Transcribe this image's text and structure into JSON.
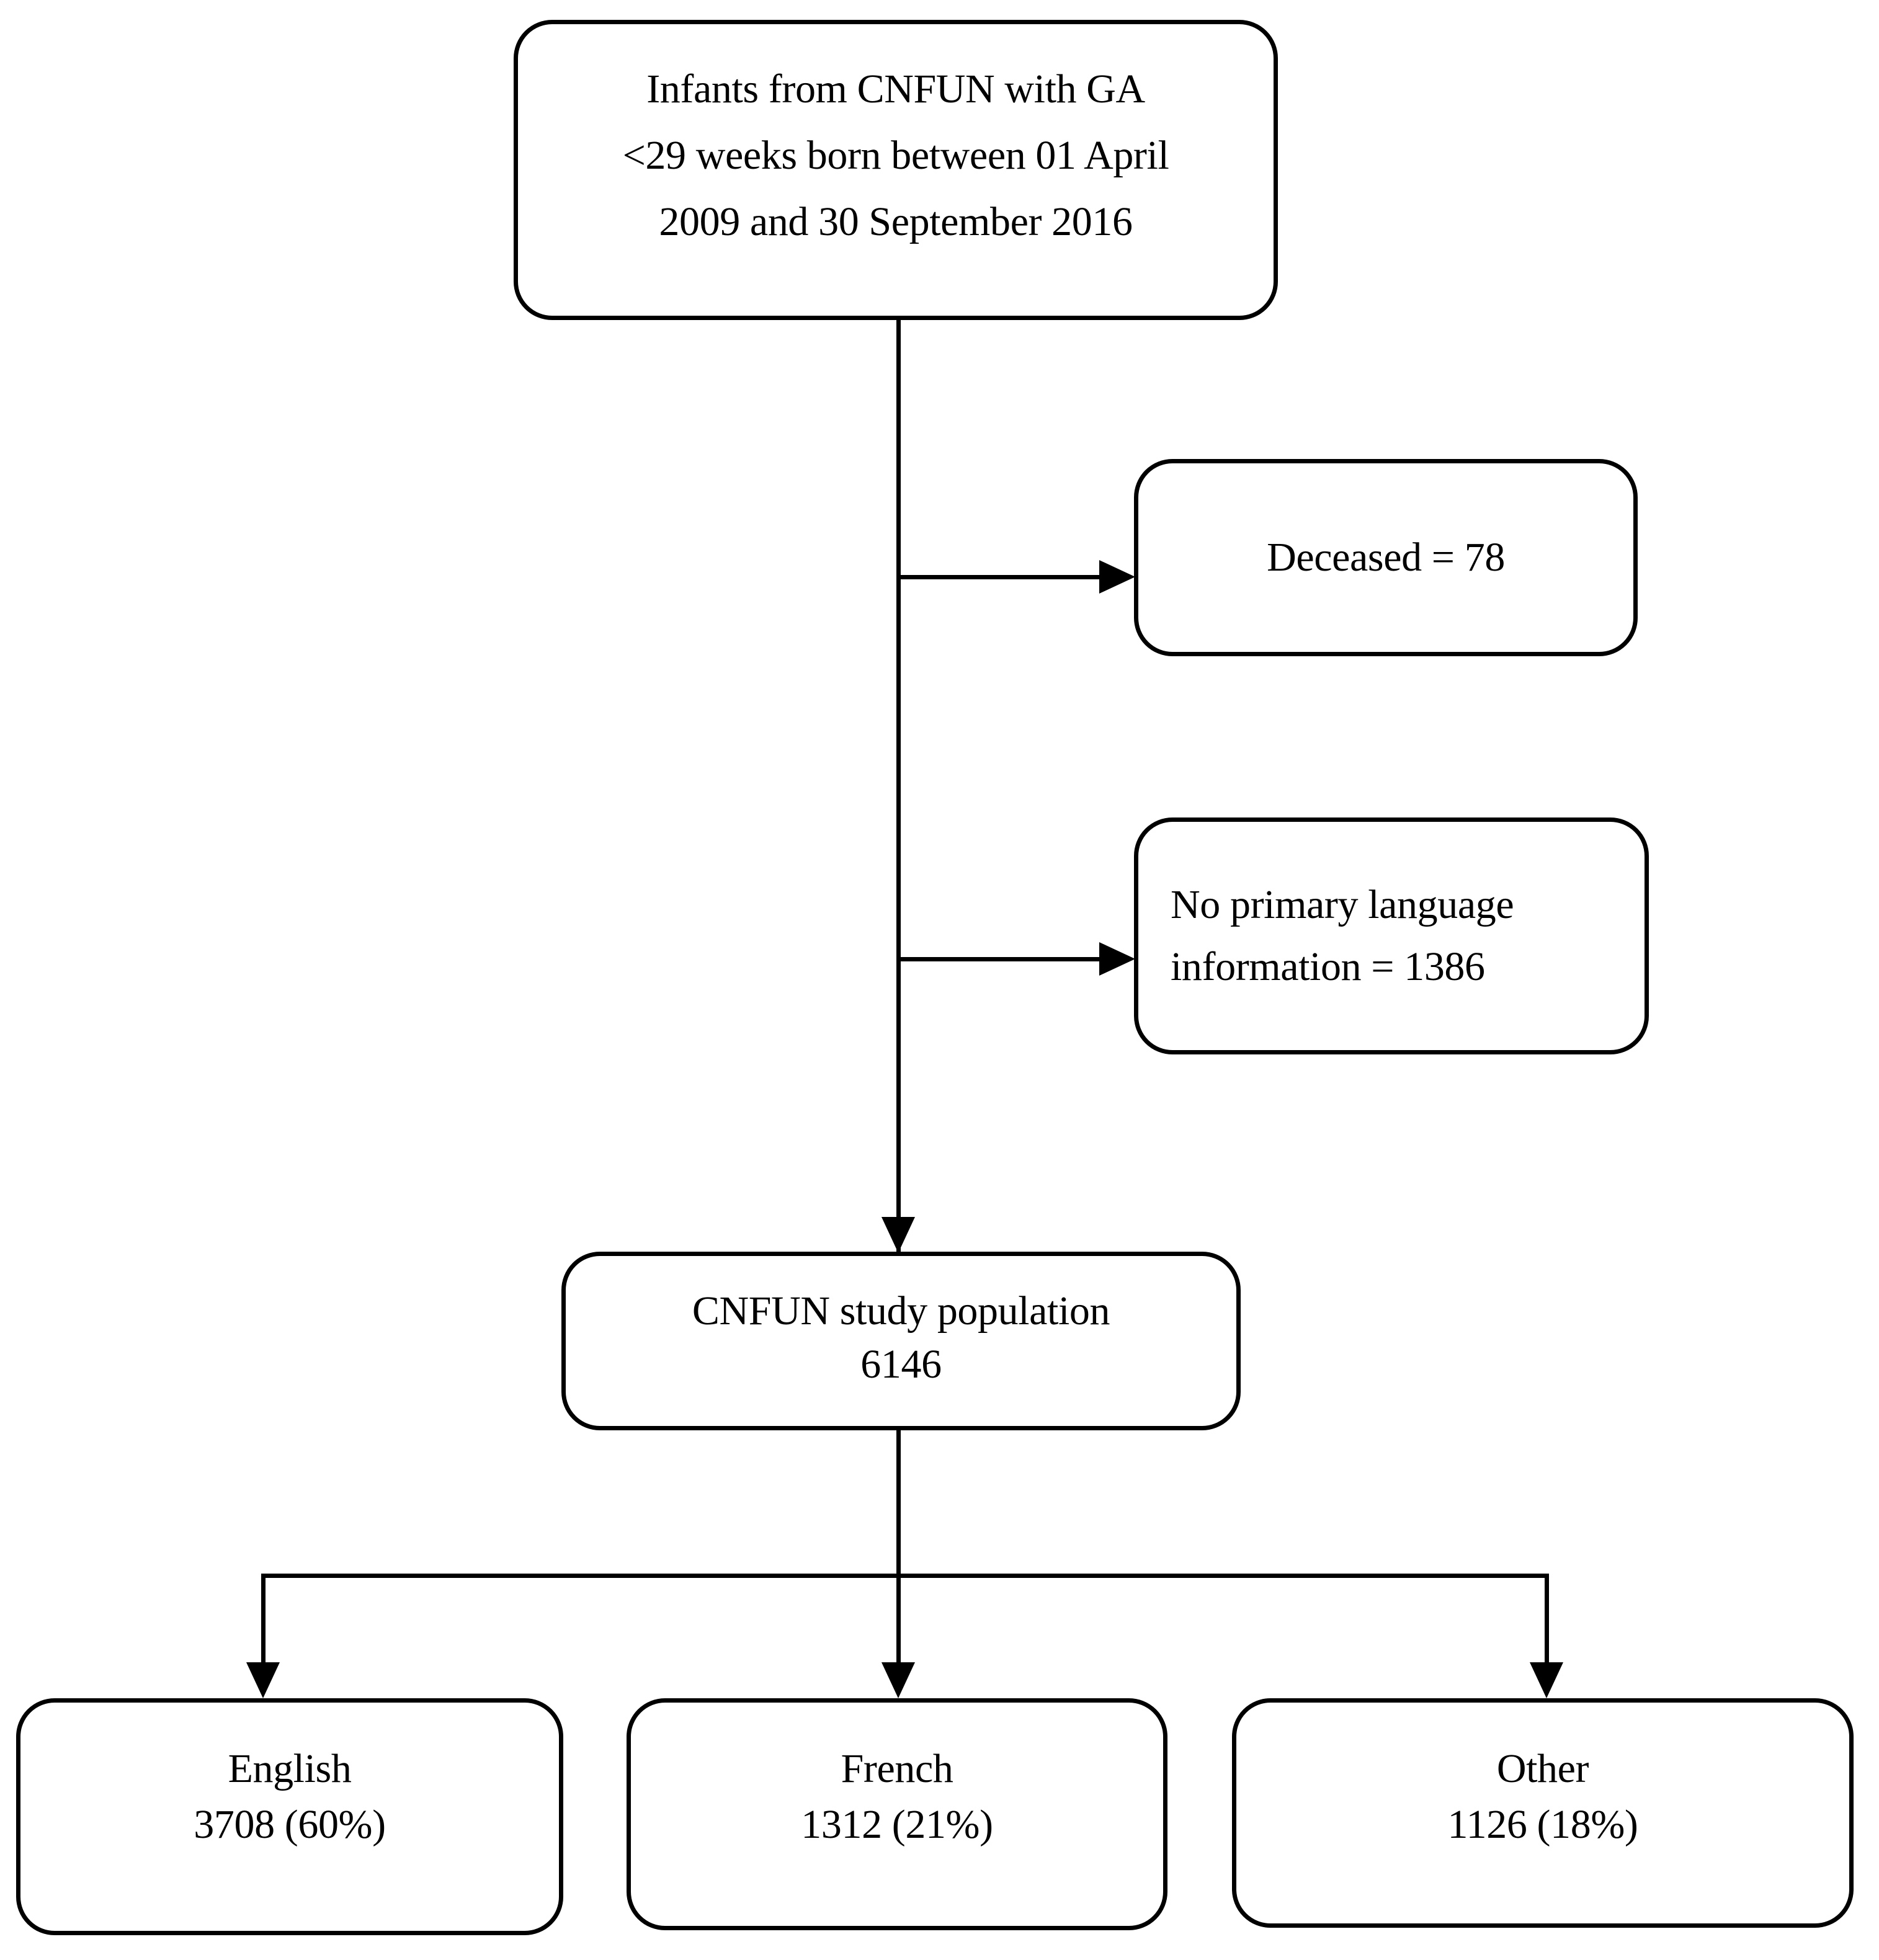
{
  "diagram": {
    "title": "CNFUN study population flow diagram",
    "stroke_color": "#000000",
    "background_color": "#ffffff",
    "nodes": {
      "source": {
        "line1": "Infants from CNFUN with GA",
        "line2": "<29 weeks born between 01 April",
        "line3": "2009 and 30 September 2016"
      },
      "deceased": {
        "line1": "Deceased = 78"
      },
      "no_language": {
        "line1": "No primary language",
        "line2": "information = 1386"
      },
      "population": {
        "line1": "CNFUN study population",
        "line2": "6146"
      },
      "english": {
        "line1": "English",
        "line2": "3708 (60%)"
      },
      "french": {
        "line1": "French",
        "line2": "1312 (21%)"
      },
      "other": {
        "line1": "Other",
        "line2": "1126 (18%)"
      }
    }
  },
  "chart_data": {
    "type": "table",
    "title": "CNFUN study population flow diagram",
    "flow": [
      {
        "step": "Infants from CNFUN with GA <29 weeks born between 01 April 2009 and 30 September 2016",
        "n": null
      },
      {
        "step": "Deceased",
        "n": 78,
        "excluded": true
      },
      {
        "step": "No primary language information",
        "n": 1386,
        "excluded": true
      },
      {
        "step": "CNFUN study population",
        "n": 6146
      },
      {
        "step": "English",
        "n": 3708,
        "percent": 60
      },
      {
        "step": "French",
        "n": 1312,
        "percent": 21
      },
      {
        "step": "Other",
        "n": 1126,
        "percent": 18
      }
    ]
  }
}
